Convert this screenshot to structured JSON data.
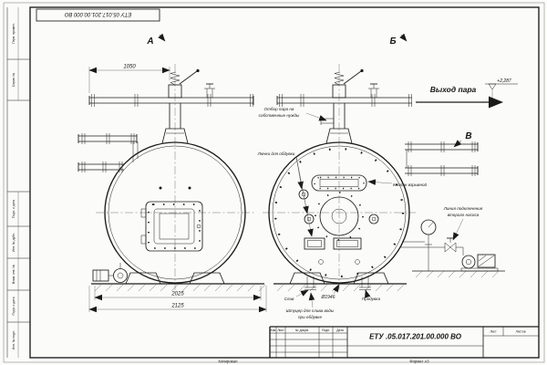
{
  "sheet": {
    "stamp_top": "ЕТУ 05.017.201.00.000 ВО",
    "copied_note": "Копировал",
    "format_note": "Формат А3"
  },
  "frame_fields": {
    "perv": "Перв. примен.",
    "sprav": "Справ. №",
    "podp1": "Подп. и дата",
    "inv_dubl": "Инв. № дубл.",
    "vzam": "Взам. инв. №",
    "podp2": "Подп. и дата",
    "inv_podl": "Инв. № подл."
  },
  "views": {
    "a": "А",
    "b": "Б",
    "v": "В"
  },
  "dims": {
    "d1050": "1050",
    "d2025": "2025",
    "d2125": "2125",
    "d1946": "Ø1946"
  },
  "labels": {
    "steam_out": "Выход пара",
    "elev": "+2,287",
    "otbor_line1": "Отбор пара на",
    "otbor_line2": "собственные нужды",
    "lyuchki": "Лючки для обдувки",
    "klapan": "Клапан взрывной",
    "liniya_line1": "Линия подключения",
    "liniya_line2": "второго насоса",
    "sliv": "Слив",
    "produvka": "Продувка",
    "shtucer_line1": "Штуцер для слива воды",
    "shtucer_line2": "при обдувке"
  },
  "title_block": {
    "doc_number": "ЕТУ .05.017.201.00.000 ВО",
    "col_izm": "Изм.",
    "col_list": "Лист",
    "col_doc": "№ докум.",
    "col_podp": "Подп.",
    "col_data": "Дата",
    "sheet_label": "Лист",
    "sheets_label": "Листов"
  }
}
